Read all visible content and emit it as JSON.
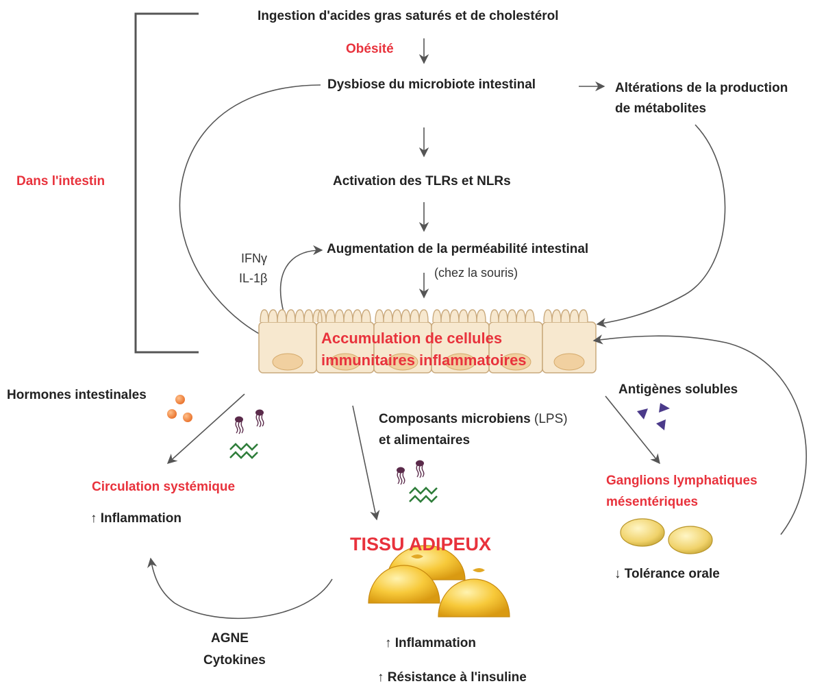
{
  "steps": {
    "ingestion": "Ingestion d'acides gras saturés et de cholestérol",
    "obesite": "Obésité",
    "dysbiose": "Dysbiose du microbiote intestinal",
    "alterations_line1": "Altérations de la production",
    "alterations_line2": "de métabolites",
    "activation": "Activation des TLRs et NLRs",
    "permeabilite": "Augmentation de la perméabilité intestinal",
    "souris": "(chez la souris)"
  },
  "intestine": {
    "section_label": "Dans l'intestin",
    "cytokine_1": "IFNγ",
    "cytokine_2": "IL-1β",
    "cells_line1": "Accumulation de cellules",
    "cells_line2": "immunitaires inflammatoires"
  },
  "left": {
    "hormones": "Hormones intestinales",
    "circulation": "Circulation systémique",
    "inflammation": "↑ Inflammation"
  },
  "center": {
    "composants_bold": "Composants microbiens",
    "composants_lps": " (LPS)",
    "alimentaires": "et alimentaires",
    "tissu": "TISSU ADIPEUX",
    "inflammation": "↑ Inflammation",
    "resistance": "↑ Résistance à l'insuline"
  },
  "right": {
    "antigenes": "Antigènes solubles",
    "ganglions_line1": "Ganglions lymphatiques",
    "ganglions_line2": "mésentériques",
    "tolerance": "↓ Tolérance orale"
  },
  "bottom": {
    "agne": "AGNE",
    "cytokines": "Cytokines"
  },
  "colors": {
    "red": "#e8323c",
    "arrow": "#555555",
    "cell_fill": "#f5e6cc",
    "nucleus": "#f1d6a8",
    "hormone": "#f08a3c",
    "antigen": "#4b3a8a",
    "zigzag": "#2e7d3a",
    "bacteria": "#5a2a4a",
    "adipocyte": "#f6c43a",
    "lymph_node": "#f2d36a"
  },
  "icons": [
    "hormone-dot-icon",
    "bacteria-icon",
    "zigzag-molecule-icon",
    "antigen-triangle-icon",
    "adipocyte-icon",
    "lymph-node-icon",
    "intestinal-cell-icon"
  ]
}
